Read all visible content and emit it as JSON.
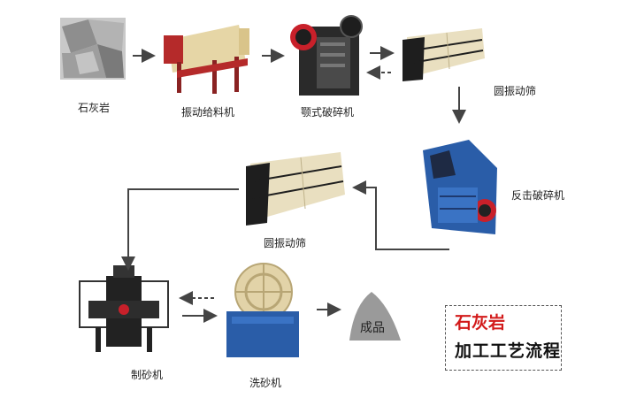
{
  "flow": {
    "limestone": "石灰岩",
    "vibrating_feeder": "振动给料机",
    "jaw_crusher": "颚式破碎机",
    "vibrating_screen_1": "圆振动筛",
    "impact_crusher": "反击破碎机",
    "vibrating_screen_2": "圆振动筛",
    "sand_maker": "制砂机",
    "sand_washer": "洗砂机",
    "product": "成品"
  },
  "title": {
    "line1": "石灰岩",
    "line2": "加工工艺流程"
  },
  "colors": {
    "title_red": "#d21a1a",
    "arrow": "#444444",
    "crusher_blue": "#2a5da8",
    "screen_cream": "#e9dfc0",
    "machine_dark": "#1e1e1e",
    "machine_red": "#c8202a",
    "product_gray": "#9a9a9a"
  }
}
